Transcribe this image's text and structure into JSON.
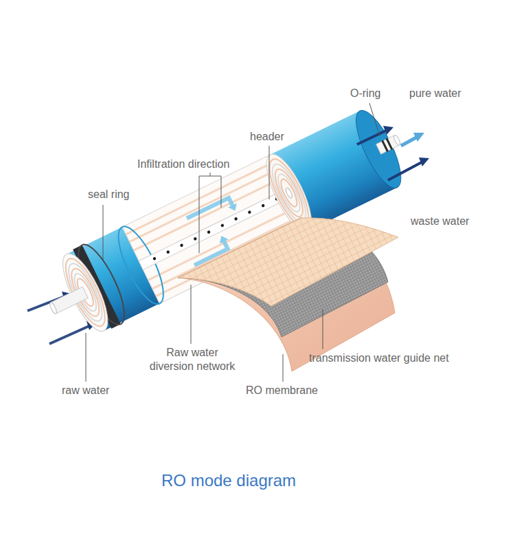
{
  "diagram": {
    "caption": "RO mode diagram",
    "labels": [
      "O-ring",
      "pure water",
      "header",
      "Infiltration direction",
      "seal ring",
      "waste water",
      "Raw water diversion network",
      "transmission water guide net",
      "raw water",
      "RO membrane"
    ]
  }
}
